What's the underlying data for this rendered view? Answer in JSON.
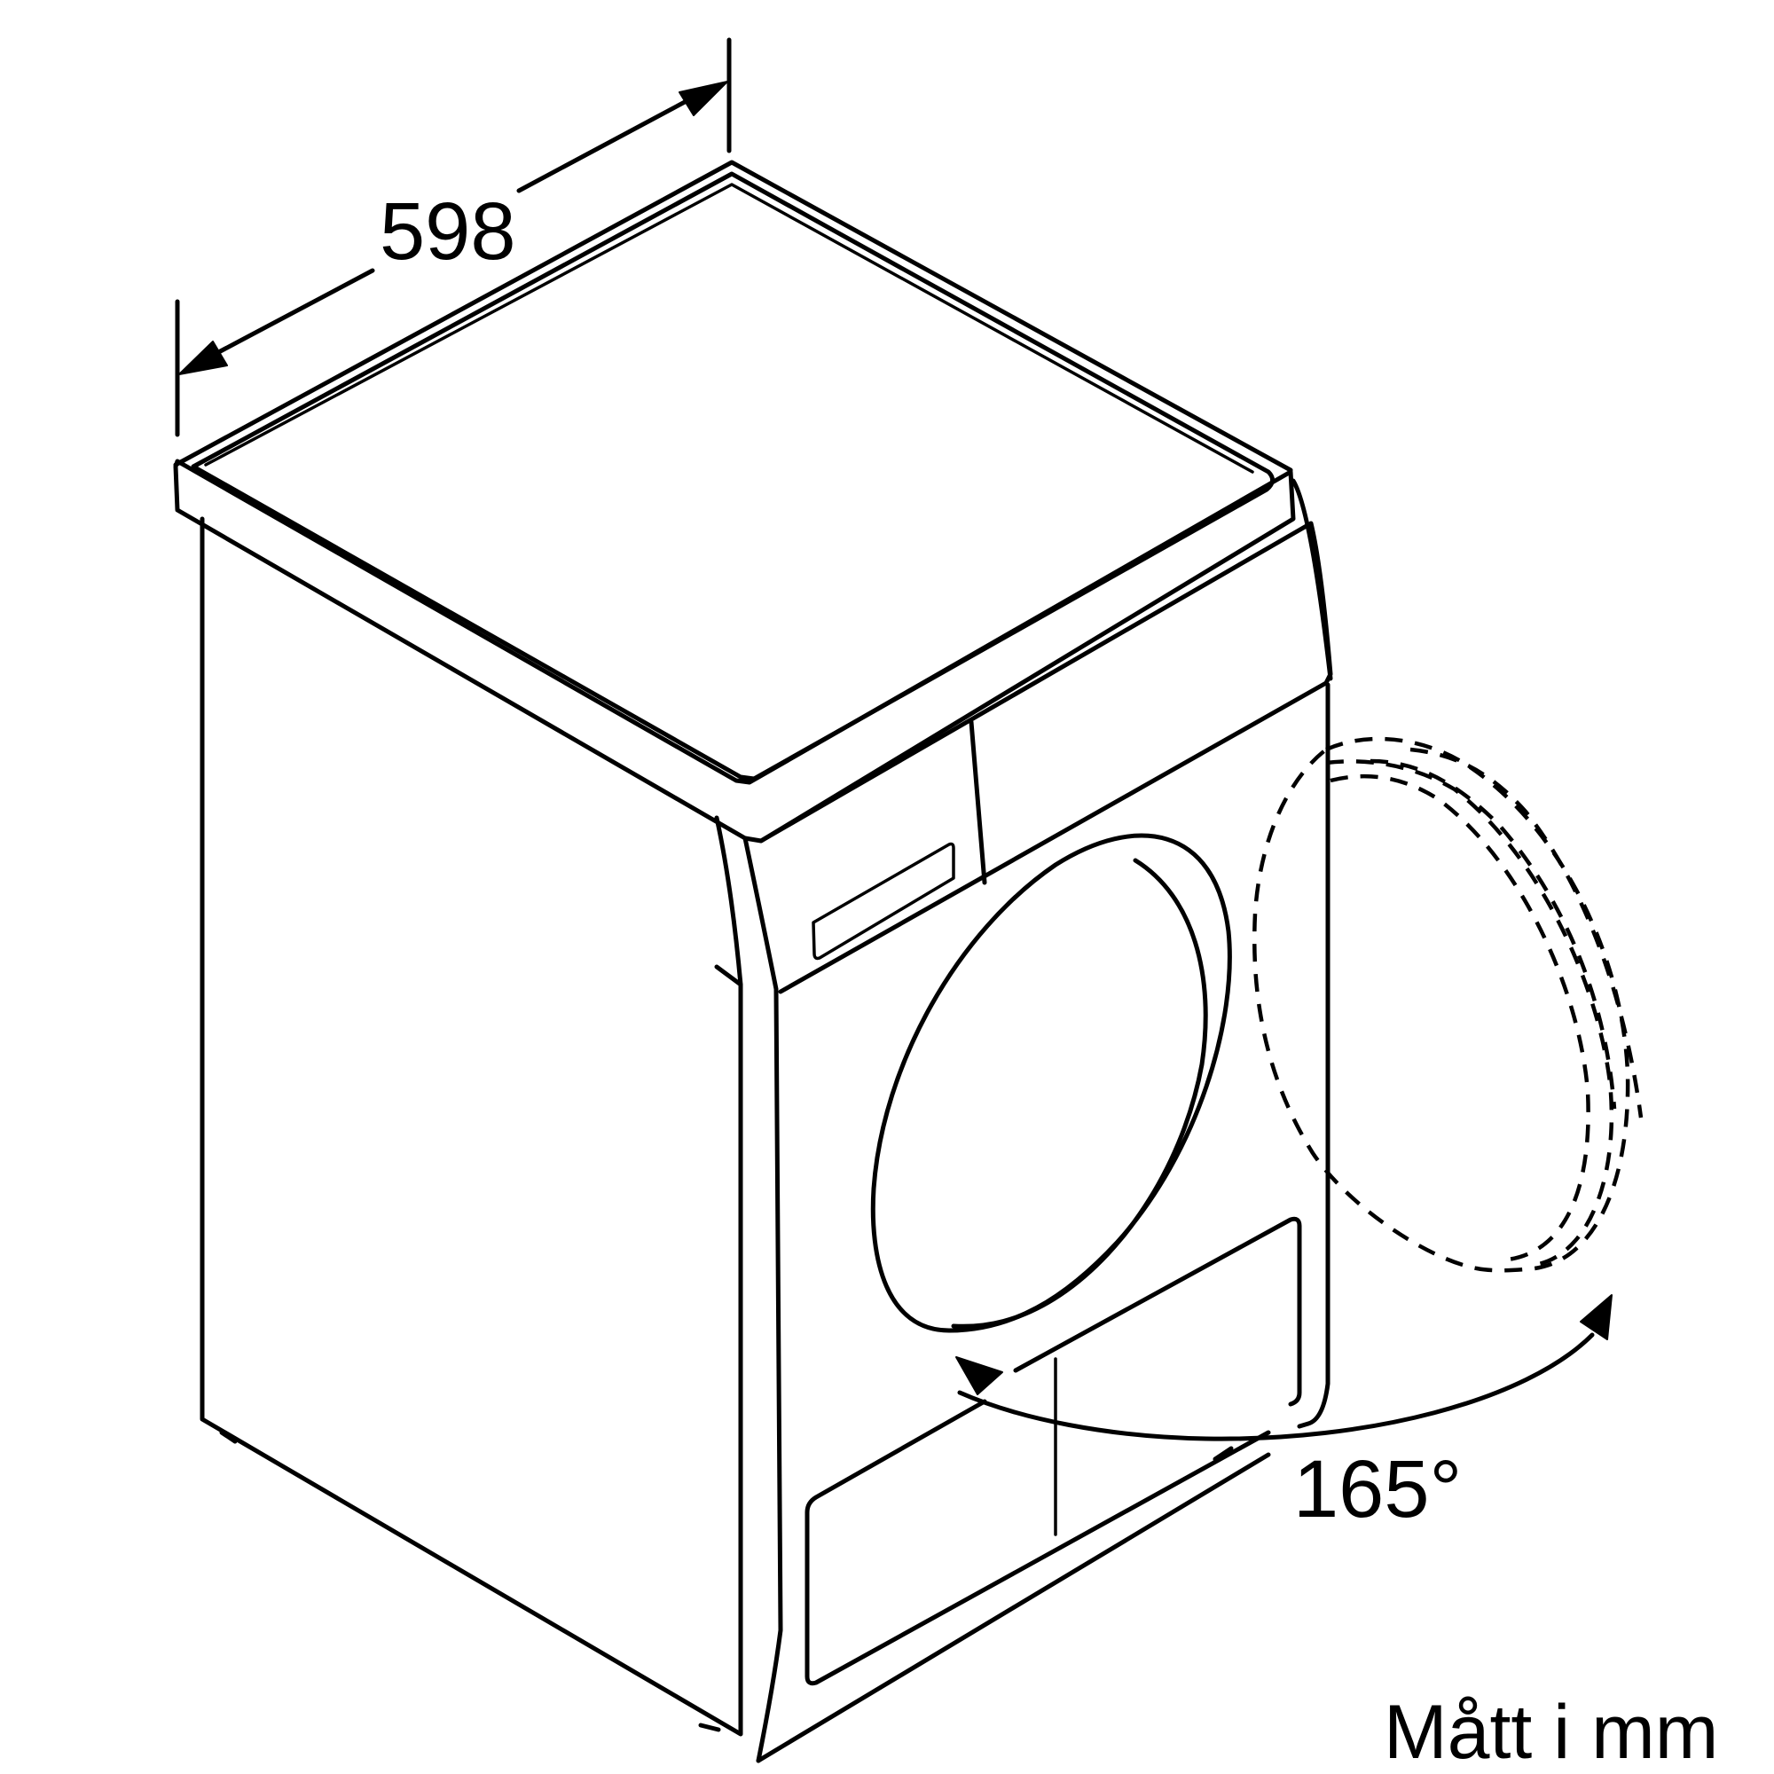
{
  "dimensions": {
    "width_label": "598",
    "door_angle_label": "165°"
  },
  "units_note": "Mått i mm"
}
